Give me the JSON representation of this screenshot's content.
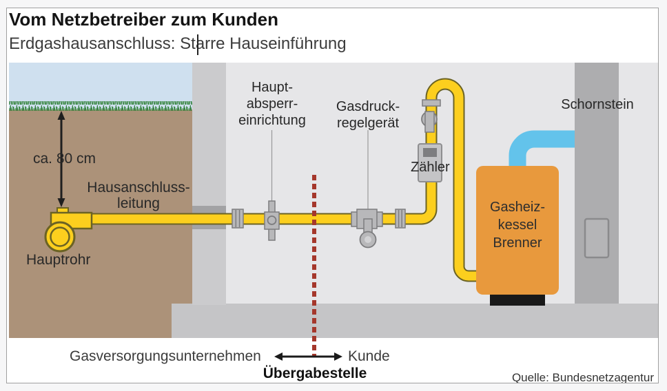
{
  "header": {
    "title": "Vom Netzbetreiber zum Kunden",
    "subtitle": "Erdgashausanschluss: Starre Hauseinführung"
  },
  "diagram": {
    "depth_label": "ca. 80 cm",
    "service_line_label": "Hausanschluss-\nleitung",
    "main_pipe_label": "Hauptrohr",
    "shutoff_label": "Haupt-\nabsperr-\neinrichtung",
    "regulator_label": "Gasdruck-\nregelgerät",
    "meter_label": "Zähler",
    "chimney_label": "Schornstein",
    "boiler_label": "Gasheiz-\nkessel\nBrenner",
    "colors": {
      "sky": "#cfe0ef",
      "earth": "#ac9279",
      "grass": "#2e7b38",
      "house_wall": "#cbcbcd",
      "interior": "#e6e6e8",
      "floor": "#c5c5c7",
      "chimney": "#adadaf",
      "pipe_yellow": "#fccf1e",
      "pipe_outline": "#6b6324",
      "device_gray": "#b8b8ba",
      "boiler_orange": "#e8993d",
      "flue_blue": "#63c3eb",
      "transfer_line_red": "#a5372b"
    }
  },
  "footer": {
    "supplier_label": "Gasversorgungsunternehmen",
    "customer_label": "Kunde",
    "transfer_point_label": "Übergabestelle",
    "source": "Quelle: Bundesnetzagentur"
  }
}
